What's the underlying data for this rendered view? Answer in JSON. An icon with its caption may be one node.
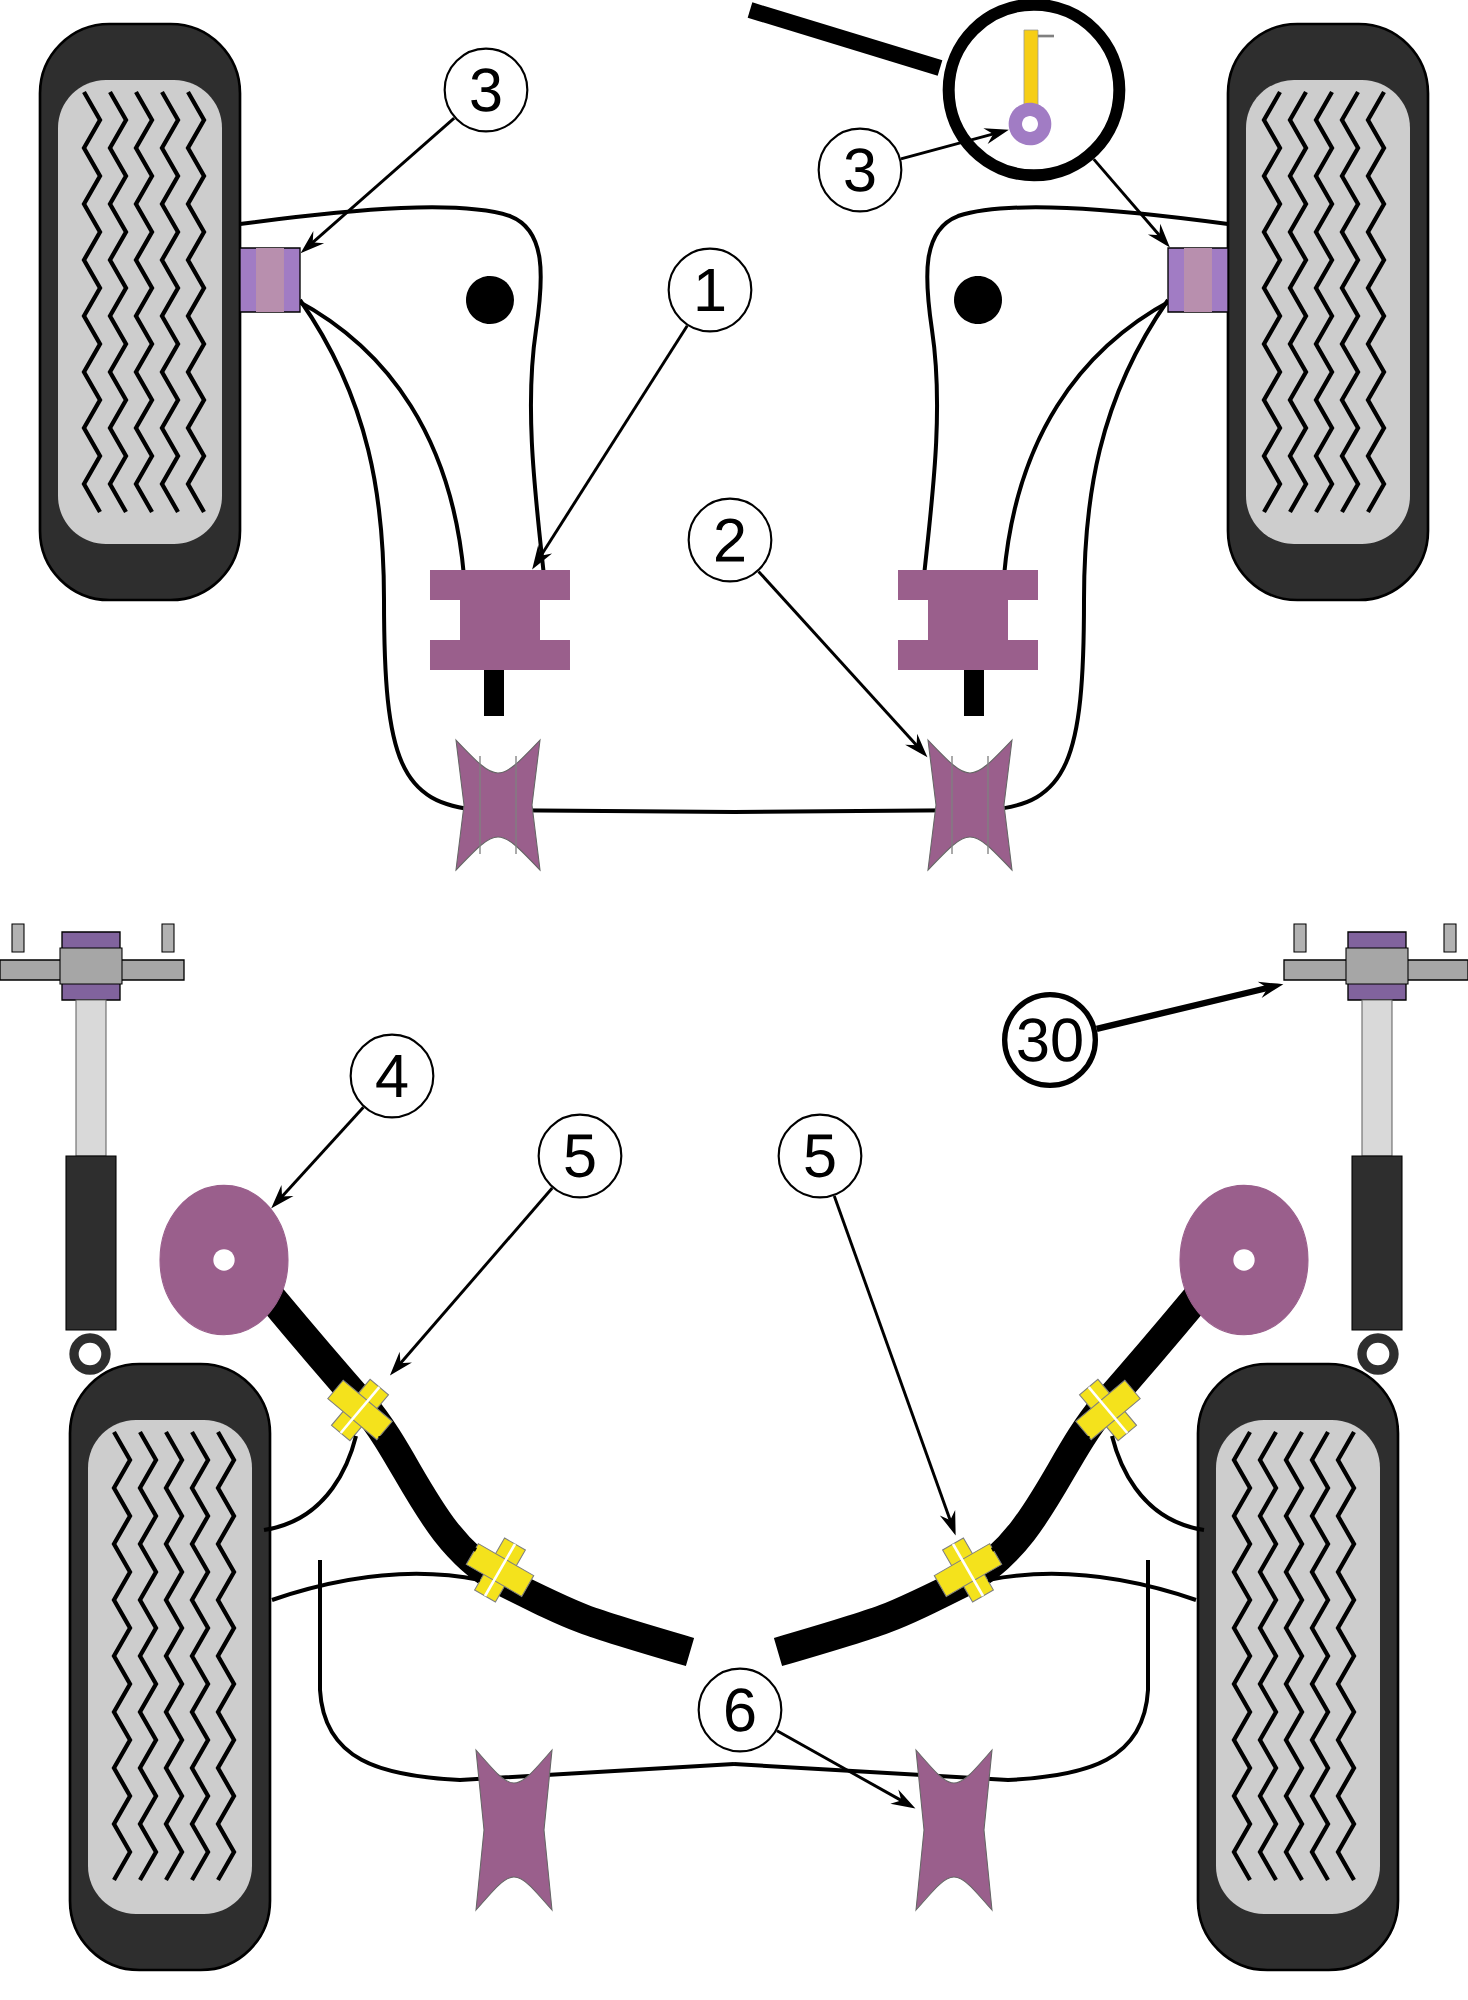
{
  "diagram": {
    "nodes": [
      {
        "text": [
          "3"
        ]
      },
      {
        "text": [],
        "shape": "picture"
      },
      {
        "text": [],
        "shape": "circle",
        "in": 1
      },
      {
        "text": [
          "3"
        ]
      },
      {
        "text": [
          "1"
        ]
      },
      {
        "text": [
          "2"
        ]
      },
      {
        "text": [
          "4"
        ]
      },
      {
        "text": [
          "30"
        ]
      },
      {
        "text": [
          "5"
        ]
      },
      {
        "text": [
          "5"
        ]
      },
      {
        "text": [
          "6"
        ]
      },
      {
        "text": [],
        "shape": "box"
      },
      {
        "text": [],
        "shape": "box"
      },
      {
        "text": [],
        "shape": "box"
      },
      {
        "text": [],
        "shape": "box"
      },
      {
        "text": [],
        "shape": "circle"
      },
      {
        "text": [],
        "shape": "picture"
      },
      {
        "text": [],
        "shape": "box"
      },
      {
        "text": [],
        "shape": "box"
      },
      {
        "text": [],
        "shape": "box"
      }
    ],
    "edges": [
      {
        "from": 0,
        "to": 11,
        "arrow": "to"
      },
      {
        "from": 3,
        "to": 2,
        "arrow": "to"
      },
      {
        "from": 1,
        "to": 12,
        "arrow": "to"
      },
      {
        "from": 4,
        "to": 13,
        "arrow": "to"
      },
      {
        "from": 5,
        "to": 14,
        "arrow": "to"
      },
      {
        "from": 6,
        "to": 15,
        "arrow": "to"
      },
      {
        "from": 7,
        "to": 16,
        "arrow": "to",
        "style": "thick"
      },
      {
        "from": 8,
        "to": 17,
        "arrow": "to"
      },
      {
        "from": 9,
        "to": 18,
        "arrow": "to"
      },
      {
        "from": 10,
        "to": 19,
        "arrow": "to"
      }
    ]
  }
}
